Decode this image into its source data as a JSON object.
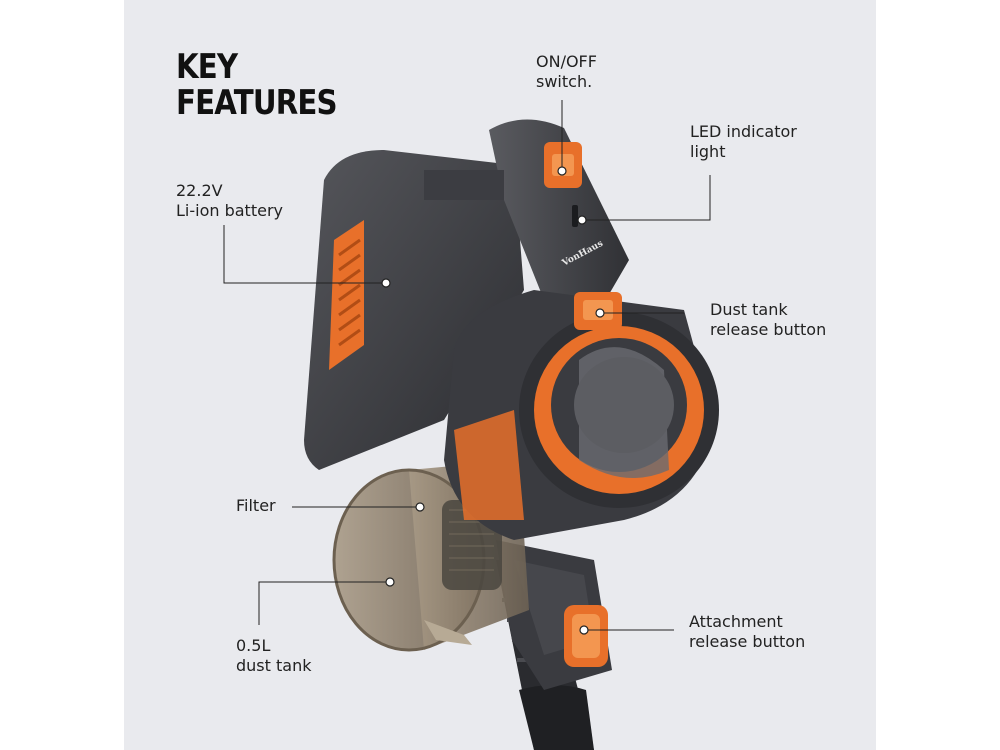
{
  "heading": {
    "line1": "KEY",
    "line2": "FEATURES"
  },
  "brand": "VonHaus",
  "colors": {
    "background": "#e9eaee",
    "body": "#3a3b3f",
    "accent": "#e8702a",
    "text": "#222222"
  },
  "labels": {
    "on_off": {
      "line1": "ON/OFF",
      "line2": "switch."
    },
    "led": {
      "line1": "LED indicator",
      "line2": "light"
    },
    "battery": {
      "line1": "22.2V",
      "line2": "Li-ion battery"
    },
    "dust_release": {
      "line1": "Dust tank",
      "line2": "release button"
    },
    "filter": {
      "line1": "Filter"
    },
    "dust_tank": {
      "line1": "0.5L",
      "line2": "dust tank"
    },
    "attachment": {
      "line1": "Attachment",
      "line2": "release button"
    }
  }
}
